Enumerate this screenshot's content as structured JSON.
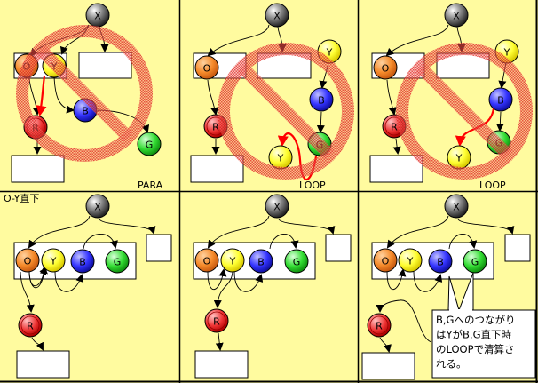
{
  "colors": {
    "background": "#fffb9f",
    "X": "#555555",
    "O": "#f58a2a",
    "Y": "#ffff33",
    "B": "#3333ff",
    "G": "#33dd33",
    "R": "#ee2222",
    "prohibition": "#e0302a",
    "arrow_highlight": "#ff0000"
  },
  "panels": [
    {
      "id": "p1",
      "caption": "PARA",
      "title": "",
      "prohibited": true,
      "nodes": [
        {
          "key": "X",
          "label": "X"
        },
        {
          "key": "O",
          "label": "O"
        },
        {
          "key": "Y",
          "label": "Y"
        },
        {
          "key": "B",
          "label": "B"
        },
        {
          "key": "R",
          "label": "R"
        },
        {
          "key": "G",
          "label": "G"
        }
      ]
    },
    {
      "id": "p2",
      "caption": "LOOP",
      "title": "",
      "prohibited": true,
      "nodes": [
        {
          "key": "X",
          "label": "X"
        },
        {
          "key": "O",
          "label": "O"
        },
        {
          "key": "Y",
          "label": "Y"
        },
        {
          "key": "B",
          "label": "B"
        },
        {
          "key": "R",
          "label": "R"
        },
        {
          "key": "G",
          "label": "G"
        },
        {
          "key": "Y",
          "label": "Y"
        }
      ]
    },
    {
      "id": "p3",
      "caption": "LOOP",
      "title": "",
      "prohibited": true,
      "nodes": [
        {
          "key": "X",
          "label": "X"
        },
        {
          "key": "O",
          "label": "O"
        },
        {
          "key": "Y",
          "label": "Y"
        },
        {
          "key": "B",
          "label": "B"
        },
        {
          "key": "R",
          "label": "R"
        },
        {
          "key": "G",
          "label": "G"
        },
        {
          "key": "Y",
          "label": "Y"
        }
      ]
    },
    {
      "id": "p4",
      "caption": "",
      "title": "O-Y直下",
      "prohibited": false,
      "nodes": [
        {
          "key": "X",
          "label": "X"
        },
        {
          "key": "O",
          "label": "O"
        },
        {
          "key": "Y",
          "label": "Y"
        },
        {
          "key": "B",
          "label": "B"
        },
        {
          "key": "G",
          "label": "G"
        },
        {
          "key": "R",
          "label": "R"
        }
      ]
    },
    {
      "id": "p5",
      "caption": "",
      "title": "",
      "prohibited": false,
      "nodes": [
        {
          "key": "X",
          "label": "X"
        },
        {
          "key": "O",
          "label": "O"
        },
        {
          "key": "Y",
          "label": "Y"
        },
        {
          "key": "B",
          "label": "B"
        },
        {
          "key": "G",
          "label": "G"
        },
        {
          "key": "R",
          "label": "R"
        }
      ]
    },
    {
      "id": "p6",
      "caption": "",
      "title": "",
      "prohibited": false,
      "nodes": [
        {
          "key": "X",
          "label": "X"
        },
        {
          "key": "O",
          "label": "O"
        },
        {
          "key": "Y",
          "label": "Y"
        },
        {
          "key": "B",
          "label": "B"
        },
        {
          "key": "G",
          "label": "G"
        },
        {
          "key": "R",
          "label": "R"
        }
      ],
      "callout": {
        "lines": [
          "B,Gへのつながり",
          "はYがB,G直下時",
          "のLOOPで清算さ",
          "れる。"
        ]
      }
    }
  ]
}
